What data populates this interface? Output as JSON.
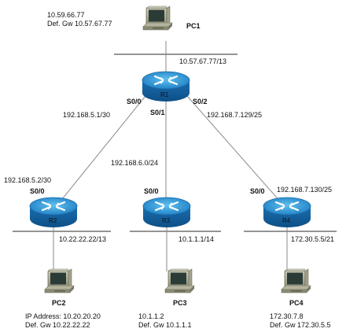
{
  "diagram": {
    "pc1": {
      "name": "PC1",
      "ip": "10.59.66.77",
      "gw": "Def. Gw 10.57.67.77"
    },
    "r1": {
      "name": "R1",
      "lan_ip": "10.57.67.77/13",
      "s00": "S0/0",
      "s01": "S0/1",
      "s02": "S0/2"
    },
    "links": {
      "r1_r2": "192.168.5.1/30",
      "r1_r3": "192.168.6.0/24",
      "r1_r4": "192.168.7.129/25"
    },
    "r2": {
      "name": "R2",
      "s00": "S0/0",
      "wan_ip": "192.168.5.2/30",
      "lan_ip": "10.22.22.22/13"
    },
    "r3": {
      "name": "R3",
      "s00": "S0/0",
      "lan_ip": "10.1.1.1/14"
    },
    "r4": {
      "name": "R4",
      "s00": "S0/0",
      "wan_ip": "192.168.7.130/25",
      "lan_ip": "172.30.5.5/21"
    },
    "pc2": {
      "name": "PC2",
      "ip": "IP Address: 10.20.20.20",
      "gw": "Def. Gw 10.22.22.22"
    },
    "pc3": {
      "name": "PC3",
      "ip": "10.1.1.2",
      "gw": "Def. Gw 10.1.1.1"
    },
    "pc4": {
      "name": "PC4",
      "ip": "172.30.7.8",
      "gw": "Def. Gw 172.30.5.5"
    }
  }
}
